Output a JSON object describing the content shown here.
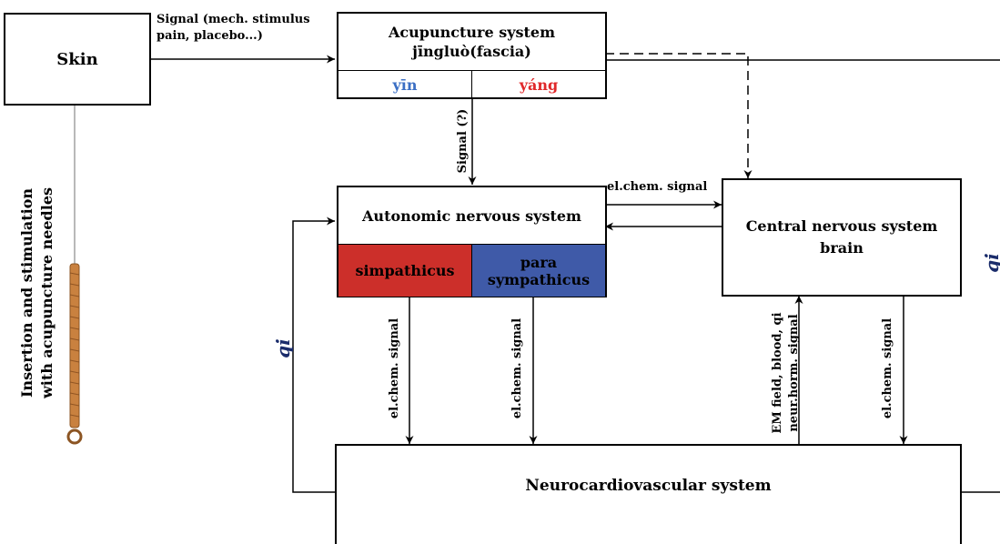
{
  "skin": {
    "label": "Skin"
  },
  "signal_in": {
    "line1": "Signal (mech. stimulus",
    "line2": "pain, placebo...)"
  },
  "acupuncture": {
    "title_line1": "Acupuncture system",
    "title_line2": "jīngluò(fascia)",
    "yin": "yīn",
    "yang": "yáng",
    "yin_color": "#3b6fc4",
    "yang_color": "#e0282a"
  },
  "signal_question": "Signal (?)",
  "needle_caption": {
    "line1": "Insertion and stimulation",
    "line2": "with acupuncture needles"
  },
  "autonomic": {
    "title": "Autonomic nervous system",
    "symp": "simpathicus",
    "para_line1": "para",
    "para_line2": "sympathicus",
    "symp_color": "#cc2f2a",
    "para_color": "#3f5aa8"
  },
  "elchem_top": "el.chem. signal",
  "cns": {
    "line1": "Central nervous system",
    "line2": "brain"
  },
  "qi_left": "qi",
  "qi_right": "qi",
  "vlabels": {
    "elchem1": "el.chem. signal",
    "elchem2": "el.chem. signal",
    "em_line1": "EM field, blood, qi",
    "em_line2": "neur.horm. signal",
    "elchem3": "el.chem. signal"
  },
  "ncv": {
    "title": "Neurocardiovascular system"
  }
}
